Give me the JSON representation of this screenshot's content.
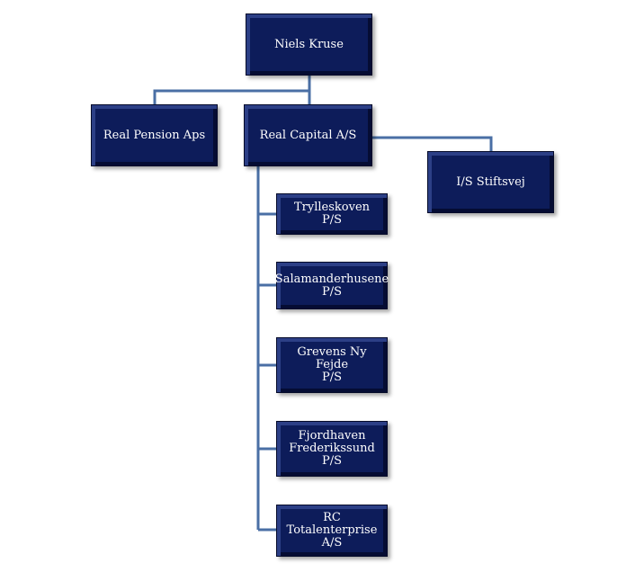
{
  "org_chart": {
    "root": {
      "label": "Niels Kruse"
    },
    "level1": [
      {
        "label": "Real Pension Aps"
      },
      {
        "label": "Real Capital A/S"
      }
    ],
    "assistant": {
      "label": "I/S Stiftsvej"
    },
    "subsidiaries": [
      {
        "label": "Trylleskoven P/S"
      },
      {
        "label": "Salamanderhusene\nP/S"
      },
      {
        "label": "Grevens Ny Fejde\nP/S"
      },
      {
        "label": "Fjordhaven\nFrederikssund P/S"
      },
      {
        "label": "RC Totalenterprise\nA/S"
      }
    ]
  },
  "colors": {
    "box_fill": "#0d1c5a",
    "connector": "#4a6fa5",
    "text": "#ffffff"
  }
}
